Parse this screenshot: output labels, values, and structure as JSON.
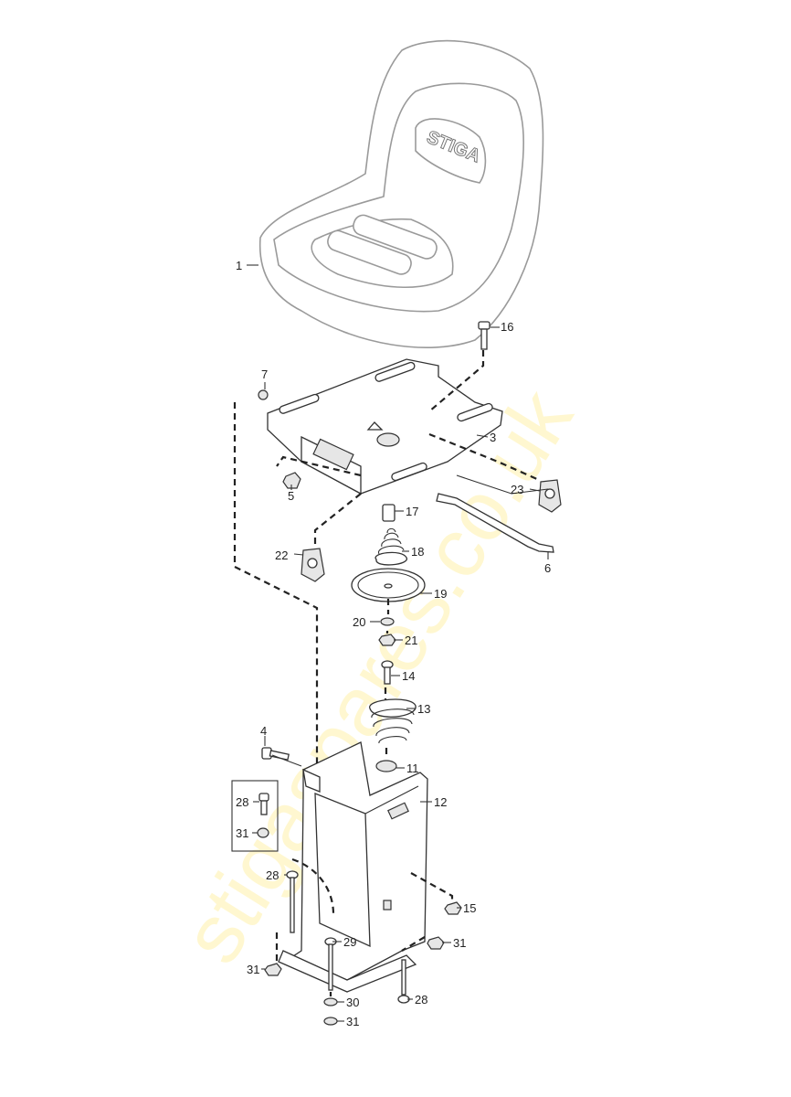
{
  "watermark": "stigaspares.co.uk",
  "logo_text": "STIGA",
  "callouts": [
    {
      "key": "c1",
      "text": "1"
    },
    {
      "key": "c16",
      "text": "16"
    },
    {
      "key": "c7",
      "text": "7"
    },
    {
      "key": "c3",
      "text": "3"
    },
    {
      "key": "c5",
      "text": "5"
    },
    {
      "key": "c23",
      "text": "23"
    },
    {
      "key": "c17",
      "text": "17"
    },
    {
      "key": "c18",
      "text": "18"
    },
    {
      "key": "c22",
      "text": "22"
    },
    {
      "key": "c6",
      "text": "6"
    },
    {
      "key": "c19",
      "text": "19"
    },
    {
      "key": "c20",
      "text": "20"
    },
    {
      "key": "c21",
      "text": "21"
    },
    {
      "key": "c14",
      "text": "14"
    },
    {
      "key": "c13",
      "text": "13"
    },
    {
      "key": "c4",
      "text": "4"
    },
    {
      "key": "c11",
      "text": "11"
    },
    {
      "key": "c12",
      "text": "12"
    },
    {
      "key": "c28a",
      "text": "28"
    },
    {
      "key": "c31a",
      "text": "31"
    },
    {
      "key": "c28b",
      "text": "28"
    },
    {
      "key": "c15",
      "text": "15"
    },
    {
      "key": "c29",
      "text": "29"
    },
    {
      "key": "c31b",
      "text": "31"
    },
    {
      "key": "c31c",
      "text": "31"
    },
    {
      "key": "c30",
      "text": "30"
    },
    {
      "key": "c28c",
      "text": "28"
    },
    {
      "key": "c31d",
      "text": "31"
    }
  ]
}
